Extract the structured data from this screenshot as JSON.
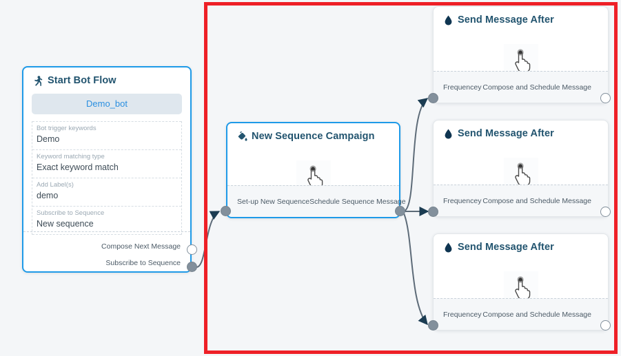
{
  "canvas": {
    "background_color": "#f4f6f8",
    "selection_border_color": "#ee2027",
    "accent_color": "#1e9ae8",
    "title_color": "#22546f",
    "port_color": "#83909c",
    "edge_color": "#5d6b78"
  },
  "nodes": {
    "start_bot_flow": {
      "icon": "running-person-icon",
      "title": "Start Bot Flow",
      "bot_pill": "Demo_bot",
      "fields": [
        {
          "label": "Bot trigger keywords",
          "value": "Demo"
        },
        {
          "label": "Keyword matching type",
          "value": "Exact keyword match"
        },
        {
          "label": "Add Label(s)",
          "value": "demo"
        },
        {
          "label": "Subscribe to Sequence",
          "value": "New sequence"
        }
      ],
      "ports": [
        {
          "label": "Compose Next Message",
          "style": "hollow"
        },
        {
          "label": "Subscribe to Sequence",
          "style": "filled"
        }
      ]
    },
    "new_sequence_campaign": {
      "icon": "paint-bucket-icon",
      "title": "New Sequence Campaign",
      "body_icon": "hand-cursor-icon",
      "port_in_label": "Set-up New Sequence",
      "port_out_label": "Schedule Sequence Message"
    },
    "send_message_cards": [
      {
        "icon": "water-drop-icon",
        "title": "Send Message After",
        "body_icon": "hand-cursor-icon",
        "port_in_label": "Frequencey",
        "port_out_label": "Compose and Schedule Message"
      },
      {
        "icon": "water-drop-icon",
        "title": "Send Message After",
        "body_icon": "hand-cursor-icon",
        "port_in_label": "Frequencey",
        "port_out_label": "Compose and Schedule Message"
      },
      {
        "icon": "water-drop-icon",
        "title": "Send Message After",
        "body_icon": "hand-cursor-icon",
        "port_in_label": "Frequencey",
        "port_out_label": "Compose and Schedule Message"
      }
    ]
  }
}
